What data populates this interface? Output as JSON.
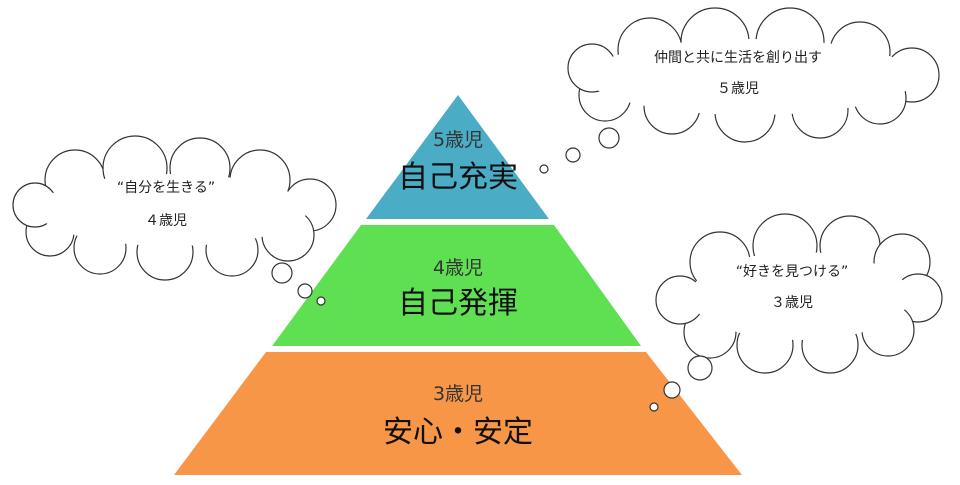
{
  "colors": {
    "top": "#4bacc6",
    "middle": "#5fe052",
    "bottom": "#f79646",
    "cloud_stroke": "#333333"
  },
  "pyramid": {
    "top": {
      "age": "5歳児",
      "title": "自己充実"
    },
    "middle": {
      "age": "4歳児",
      "title": "自己発揮"
    },
    "bottom": {
      "age": "3歳児",
      "title": "安心・安定"
    }
  },
  "clouds": {
    "five": {
      "line1": "仲間と共に生活を創り出す",
      "line2": "５歳児"
    },
    "four": {
      "line1": "“自分を生きる”",
      "line2": "４歳児"
    },
    "three": {
      "line1": "“好きを見つける”",
      "line2": "３歳児"
    }
  }
}
